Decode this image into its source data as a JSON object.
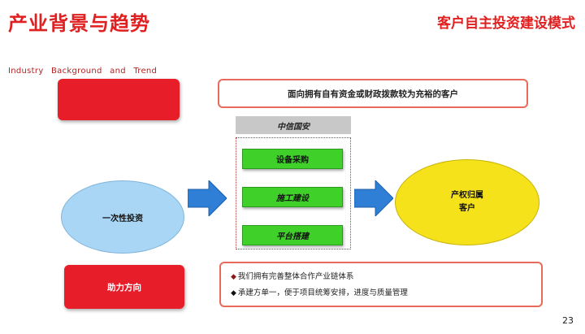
{
  "header": {
    "title": "产业背景与趋势",
    "subtitle": "Industry Background and Trend",
    "model_title": "客户自主投资建设模式"
  },
  "diagram": {
    "top_statement": "面向拥有自有资金或财政拨款较为充裕的客户",
    "provider": "中信国安",
    "steps": [
      "设备采购",
      "施工建设",
      "平台搭建"
    ],
    "left_node": "一次性投资",
    "right_node_line1": "产权归属",
    "right_node_line2": "客户",
    "help_label": "助力方向",
    "bullets": [
      "我们拥有完善整体合作产业链体系",
      "承建方单一，便于项目统筹安排，进度与质量管理"
    ]
  },
  "page_number": "23",
  "colors": {
    "accent_red": "#e81d2a",
    "green": "#3fd12a",
    "blue_arrow": "#2f7fd6",
    "ellipse_blue": "#a9d6f5",
    "ellipse_yellow": "#f5e21b"
  }
}
